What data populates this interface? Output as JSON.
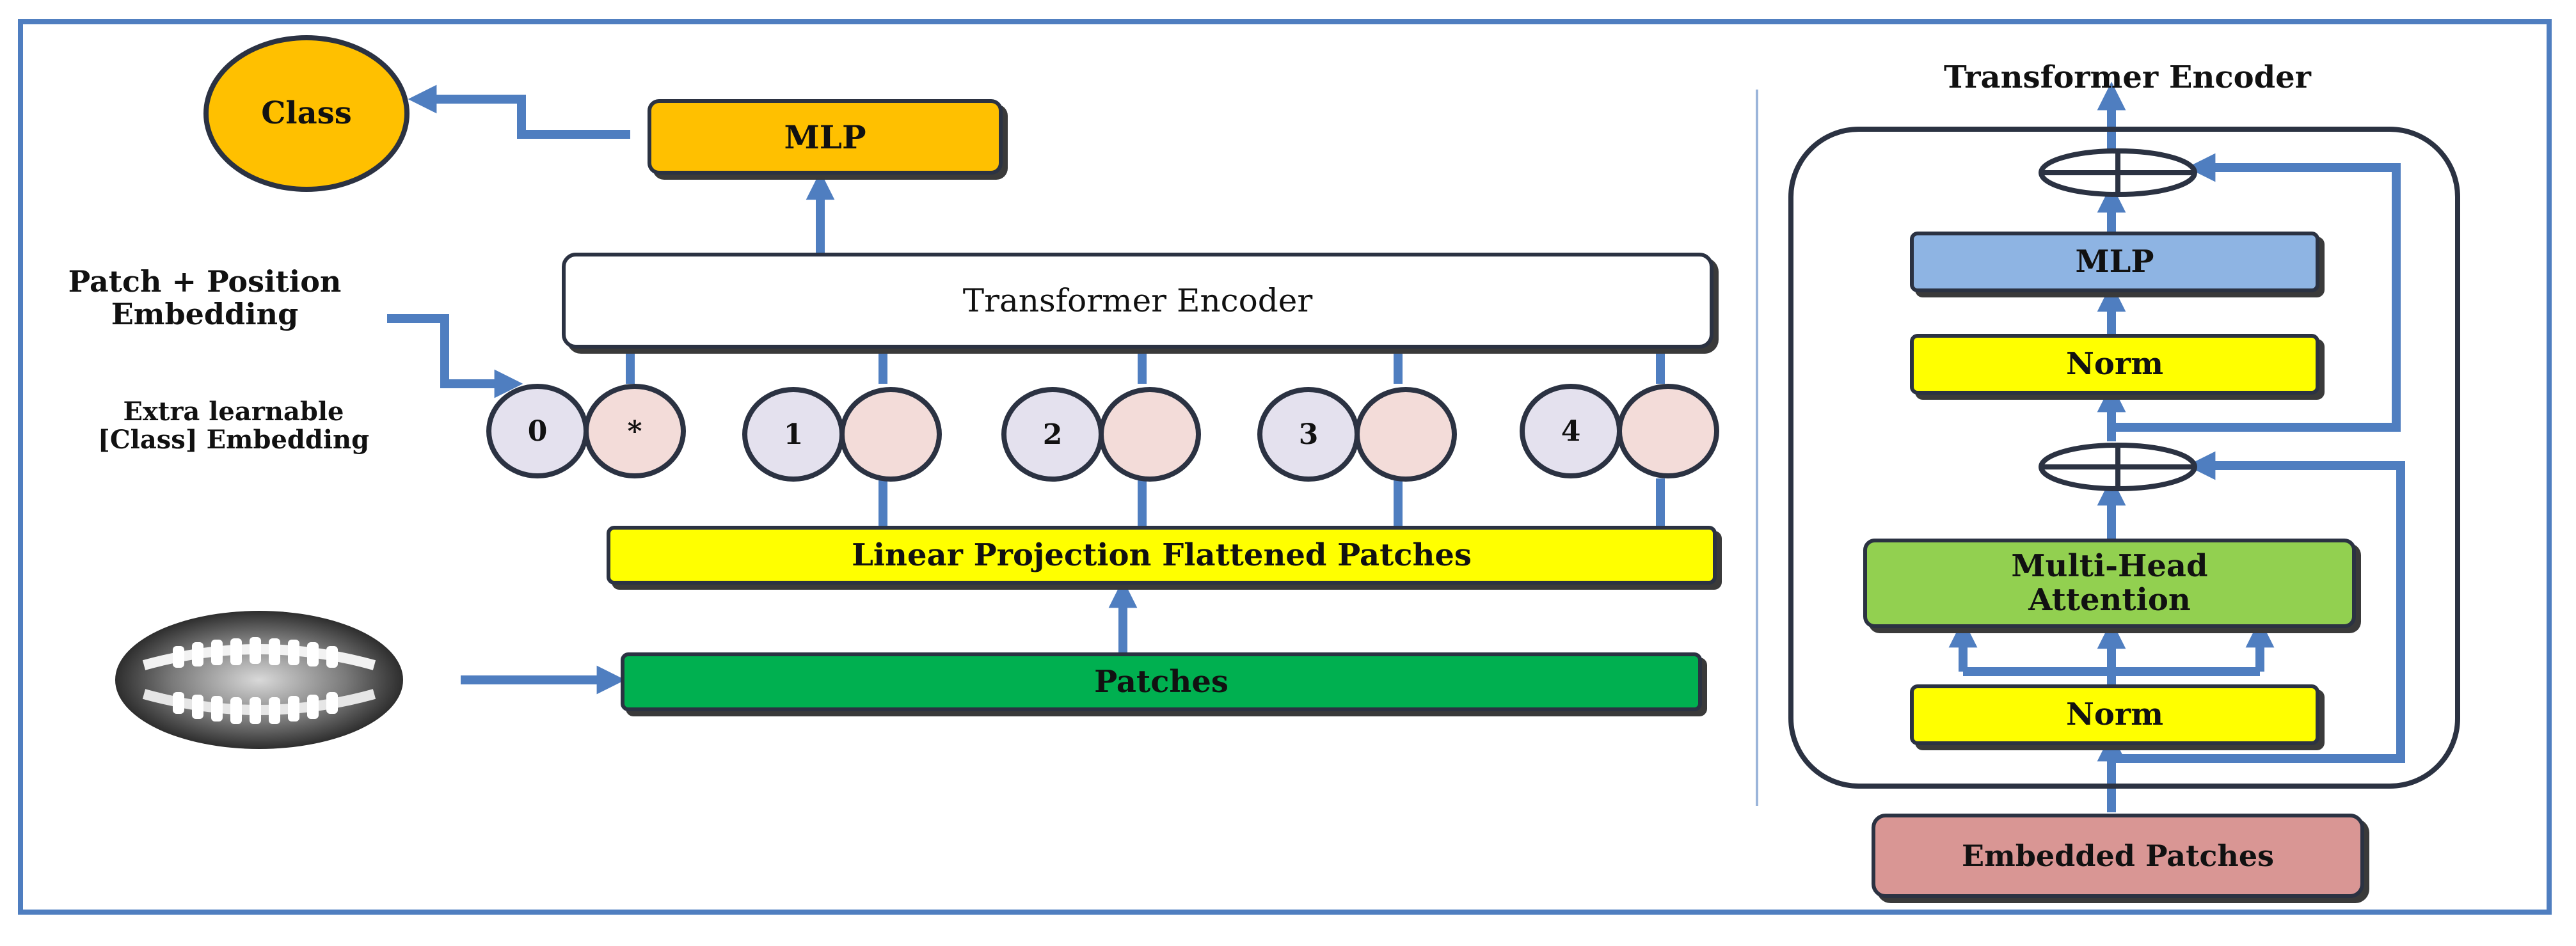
{
  "left": {
    "class_label": "Class",
    "mlp_label": "MLP",
    "encoder_label": "Transformer Encoder",
    "patch_position_label": "Patch + Position\nEmbedding",
    "extra_class_label": "Extra learnable\n[Class] Embedding",
    "tokens": [
      "0",
      "*",
      "1",
      "2",
      "3",
      "4"
    ],
    "linear_projection_label": "Linear Projection Flattened Patches",
    "patches_label": "Patches"
  },
  "right": {
    "title": "Transformer Encoder",
    "mlp_label": "MLP",
    "norm_top_label": "Norm",
    "attention_label": "Multi-Head\nAttention",
    "norm_bottom_label": "Norm",
    "embedded_label": "Embedded Patches"
  },
  "colors": {
    "border": "#4f7ec0",
    "arrow": "#4f7ec0",
    "class_fill": "#ffc000",
    "mlp_fill": "#ffc000",
    "linear_fill": "#ffff00",
    "patches_fill": "#00b050",
    "right_mlp_fill": "#8eb4e3",
    "norm_fill": "#ffff00",
    "attention_fill": "#92d050",
    "embedded_fill": "#d99694"
  },
  "icons": {
    "xray": "dental-xray-image",
    "add": "residual-add-icon"
  }
}
